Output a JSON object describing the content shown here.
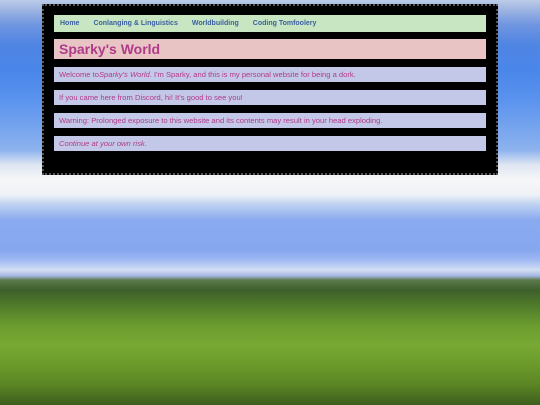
{
  "nav": {
    "items": [
      {
        "label": "Home"
      },
      {
        "label": "Conlanging & Linguistics"
      },
      {
        "label": "Worldbuilding"
      },
      {
        "label": "Coding Tomfoolery"
      }
    ]
  },
  "header": {
    "title": "Sparky's World"
  },
  "content": {
    "welcome_prefix": "Welcome to ",
    "welcome_site": "Sparky's World",
    "welcome_suffix": ". I'm Sparky, and this is my personal website for being a dork.",
    "discord": "If you came here from Discord, hi! It's good to see you!",
    "warning": "Warning: Prolonged exposure to this website and its contents may result in your head exploding.",
    "continue": "Continue at your own risk."
  }
}
